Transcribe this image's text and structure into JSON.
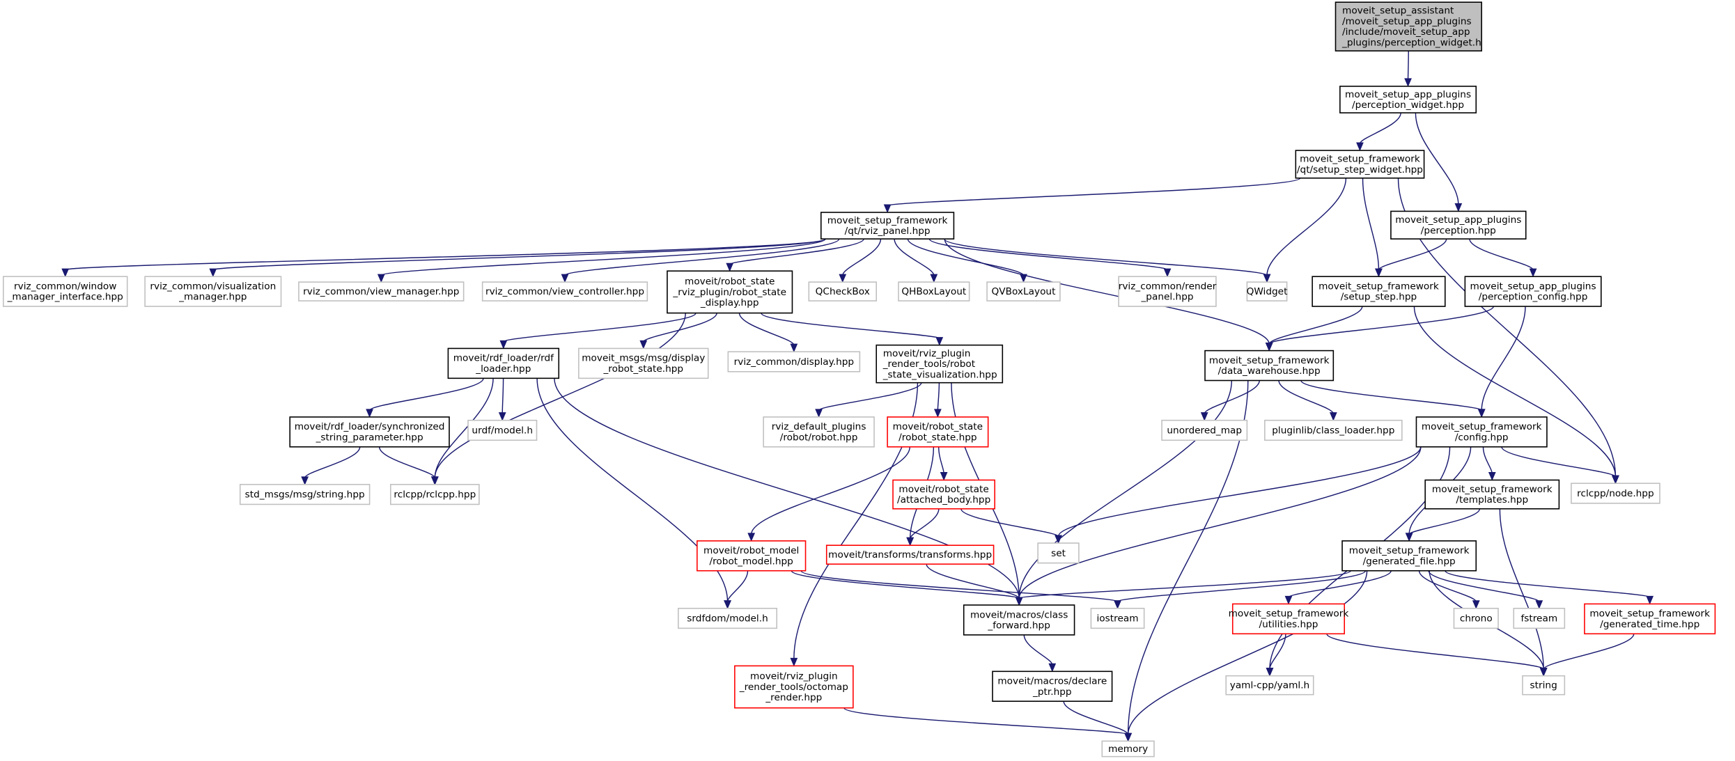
{
  "title": "moveit_setup_assistant/moveit_setup_app_plugins/include/moveit_setup_app_plugins/perception_widget.h include dependency graph",
  "colors": {
    "edge": "#191970",
    "root_fill": "#bfbfbf",
    "documented_border": "#000000",
    "external_border": "#c0c0c0",
    "incomplete_border": "#ff0000"
  },
  "nodes": [
    {
      "id": "root",
      "kind": "root",
      "lines": [
        "moveit_setup_assistant",
        "/moveit_setup_app_plugins",
        "/include/moveit_setup_app",
        "_plugins/perception_widget.h"
      ],
      "align": "left"
    },
    {
      "id": "perception_widget",
      "kind": "doc",
      "lines": [
        "moveit_setup_app_plugins",
        "/perception_widget.hpp"
      ]
    },
    {
      "id": "setup_step_widget",
      "kind": "doc",
      "lines": [
        "moveit_setup_framework",
        "/qt/setup_step_widget.hpp"
      ]
    },
    {
      "id": "rviz_panel",
      "kind": "doc",
      "lines": [
        "moveit_setup_framework",
        "/qt/rviz_panel.hpp"
      ]
    },
    {
      "id": "perception",
      "kind": "doc",
      "lines": [
        "moveit_setup_app_plugins",
        "/perception.hpp"
      ]
    },
    {
      "id": "window_manager",
      "kind": "ext",
      "lines": [
        "rviz_common/window",
        "_manager_interface.hpp"
      ]
    },
    {
      "id": "visualization_manager",
      "kind": "ext",
      "lines": [
        "rviz_common/visualization",
        "_manager.hpp"
      ]
    },
    {
      "id": "view_manager",
      "kind": "ext",
      "lines": [
        "rviz_common/view_manager.hpp"
      ]
    },
    {
      "id": "view_controller",
      "kind": "ext",
      "lines": [
        "rviz_common/view_controller.hpp"
      ]
    },
    {
      "id": "robot_state_display",
      "kind": "doc",
      "lines": [
        "moveit/robot_state",
        "_rviz_plugin/robot_state",
        "_display.hpp"
      ]
    },
    {
      "id": "qcheckbox",
      "kind": "ext",
      "lines": [
        "QCheckBox"
      ]
    },
    {
      "id": "qhboxlayout",
      "kind": "ext",
      "lines": [
        "QHBoxLayout"
      ]
    },
    {
      "id": "qvboxlayout",
      "kind": "ext",
      "lines": [
        "QVBoxLayout"
      ]
    },
    {
      "id": "render_panel",
      "kind": "ext",
      "lines": [
        "rviz_common/render",
        "_panel.hpp"
      ]
    },
    {
      "id": "qwidget",
      "kind": "ext",
      "lines": [
        "QWidget"
      ]
    },
    {
      "id": "setup_step",
      "kind": "doc",
      "lines": [
        "moveit_setup_framework",
        "/setup_step.hpp"
      ]
    },
    {
      "id": "perception_config",
      "kind": "doc",
      "lines": [
        "moveit_setup_app_plugins",
        "/perception_config.hpp"
      ]
    },
    {
      "id": "rdf_loader",
      "kind": "doc",
      "lines": [
        "moveit/rdf_loader/rdf",
        "_loader.hpp"
      ]
    },
    {
      "id": "display_robot_state",
      "kind": "ext",
      "lines": [
        "moveit_msgs/msg/display",
        "_robot_state.hpp"
      ]
    },
    {
      "id": "display",
      "kind": "ext",
      "lines": [
        "rviz_common/display.hpp"
      ]
    },
    {
      "id": "robot_state_visualization",
      "kind": "doc",
      "lines": [
        "moveit/rviz_plugin",
        "_render_tools/robot",
        "_state_visualization.hpp"
      ],
      "align": "left"
    },
    {
      "id": "data_warehouse",
      "kind": "doc",
      "lines": [
        "moveit_setup_framework",
        "/data_warehouse.hpp"
      ]
    },
    {
      "id": "sync_string",
      "kind": "doc",
      "lines": [
        "moveit/rdf_loader/synchronized",
        "_string_parameter.hpp"
      ]
    },
    {
      "id": "urdf_model",
      "kind": "ext",
      "lines": [
        "urdf/model.h"
      ]
    },
    {
      "id": "rviz_default_robot",
      "kind": "ext",
      "lines": [
        "rviz_default_plugins",
        "/robot/robot.hpp"
      ]
    },
    {
      "id": "robot_state",
      "kind": "red",
      "lines": [
        "moveit/robot_state",
        "/robot_state.hpp"
      ]
    },
    {
      "id": "unordered_map",
      "kind": "ext",
      "lines": [
        "unordered_map"
      ]
    },
    {
      "id": "class_loader",
      "kind": "ext",
      "lines": [
        "pluginlib/class_loader.hpp"
      ]
    },
    {
      "id": "config",
      "kind": "doc",
      "lines": [
        "moveit_setup_framework",
        "/config.hpp"
      ]
    },
    {
      "id": "std_msgs_string",
      "kind": "ext",
      "lines": [
        "std_msgs/msg/string.hpp"
      ]
    },
    {
      "id": "rclcpp",
      "kind": "ext",
      "lines": [
        "rclcpp/rclcpp.hpp"
      ]
    },
    {
      "id": "attached_body",
      "kind": "red",
      "lines": [
        "moveit/robot_state",
        "/attached_body.hpp"
      ]
    },
    {
      "id": "rclcpp_node",
      "kind": "ext",
      "lines": [
        "rclcpp/node.hpp"
      ]
    },
    {
      "id": "templates",
      "kind": "doc",
      "lines": [
        "moveit_setup_framework",
        "/templates.hpp"
      ]
    },
    {
      "id": "set",
      "kind": "ext",
      "lines": [
        "set"
      ]
    },
    {
      "id": "robot_model",
      "kind": "red",
      "lines": [
        "moveit/robot_model",
        "/robot_model.hpp"
      ]
    },
    {
      "id": "transforms",
      "kind": "red",
      "lines": [
        "moveit/transforms/transforms.hpp"
      ]
    },
    {
      "id": "generated_file",
      "kind": "doc",
      "lines": [
        "moveit_setup_framework",
        "/generated_file.hpp"
      ]
    },
    {
      "id": "srdf_model",
      "kind": "ext",
      "lines": [
        "srdfdom/model.h"
      ]
    },
    {
      "id": "class_forward",
      "kind": "doc",
      "lines": [
        "moveit/macros/class",
        "_forward.hpp"
      ]
    },
    {
      "id": "iostream",
      "kind": "ext",
      "lines": [
        "iostream"
      ]
    },
    {
      "id": "utilities",
      "kind": "red",
      "lines": [
        "moveit_setup_framework",
        "/utilities.hpp"
      ]
    },
    {
      "id": "chrono",
      "kind": "ext",
      "lines": [
        "chrono"
      ]
    },
    {
      "id": "fstream",
      "kind": "ext",
      "lines": [
        "fstream"
      ]
    },
    {
      "id": "generated_time",
      "kind": "red",
      "lines": [
        "moveit_setup_framework",
        "/generated_time.hpp"
      ]
    },
    {
      "id": "octomap_render",
      "kind": "red",
      "lines": [
        "moveit/rviz_plugin",
        "_render_tools/octomap",
        "_render.hpp"
      ]
    },
    {
      "id": "declare_ptr",
      "kind": "doc",
      "lines": [
        "moveit/macros/declare",
        "_ptr.hpp"
      ]
    },
    {
      "id": "yaml",
      "kind": "ext",
      "lines": [
        "yaml-cpp/yaml.h"
      ]
    },
    {
      "id": "string",
      "kind": "ext",
      "lines": [
        "string"
      ]
    },
    {
      "id": "memory",
      "kind": "ext",
      "lines": [
        "memory"
      ]
    }
  ],
  "edges": [
    [
      "root",
      "perception_widget"
    ],
    [
      "perception_widget",
      "setup_step_widget"
    ],
    [
      "perception_widget",
      "perception"
    ],
    [
      "setup_step_widget",
      "rviz_panel"
    ],
    [
      "setup_step_widget",
      "qwidget"
    ],
    [
      "setup_step_widget",
      "setup_step"
    ],
    [
      "setup_step_widget",
      "rclcpp_node"
    ],
    [
      "rviz_panel",
      "window_manager"
    ],
    [
      "rviz_panel",
      "visualization_manager"
    ],
    [
      "rviz_panel",
      "view_manager"
    ],
    [
      "rviz_panel",
      "view_controller"
    ],
    [
      "rviz_panel",
      "robot_state_display"
    ],
    [
      "rviz_panel",
      "qcheckbox"
    ],
    [
      "rviz_panel",
      "qhboxlayout"
    ],
    [
      "rviz_panel",
      "qvboxlayout"
    ],
    [
      "rviz_panel",
      "render_panel"
    ],
    [
      "rviz_panel",
      "qwidget"
    ],
    [
      "rviz_panel",
      "data_warehouse"
    ],
    [
      "perception",
      "setup_step"
    ],
    [
      "perception",
      "perception_config"
    ],
    [
      "robot_state_display",
      "rdf_loader"
    ],
    [
      "robot_state_display",
      "display_robot_state"
    ],
    [
      "robot_state_display",
      "display"
    ],
    [
      "robot_state_display",
      "robot_state_visualization"
    ],
    [
      "robot_state_display",
      "rclcpp"
    ],
    [
      "setup_step",
      "data_warehouse"
    ],
    [
      "setup_step",
      "rclcpp_node"
    ],
    [
      "perception_config",
      "data_warehouse"
    ],
    [
      "perception_config",
      "config"
    ],
    [
      "rdf_loader",
      "sync_string"
    ],
    [
      "rdf_loader",
      "urdf_model"
    ],
    [
      "rdf_loader",
      "rclcpp"
    ],
    [
      "rdf_loader",
      "srdf_model"
    ],
    [
      "rdf_loader",
      "class_forward"
    ],
    [
      "robot_state_visualization",
      "rviz_default_robot"
    ],
    [
      "robot_state_visualization",
      "robot_state"
    ],
    [
      "robot_state_visualization",
      "class_forward"
    ],
    [
      "robot_state_visualization",
      "octomap_render"
    ],
    [
      "data_warehouse",
      "unordered_map"
    ],
    [
      "data_warehouse",
      "class_loader"
    ],
    [
      "data_warehouse",
      "config"
    ],
    [
      "data_warehouse",
      "class_forward"
    ],
    [
      "data_warehouse",
      "memory"
    ],
    [
      "sync_string",
      "std_msgs_string"
    ],
    [
      "sync_string",
      "rclcpp"
    ],
    [
      "robot_state",
      "attached_body"
    ],
    [
      "robot_state",
      "robot_model"
    ],
    [
      "robot_state",
      "transforms"
    ],
    [
      "attached_body",
      "transforms"
    ],
    [
      "attached_body",
      "set"
    ],
    [
      "config",
      "templates"
    ],
    [
      "config",
      "rclcpp_node"
    ],
    [
      "config",
      "generated_file"
    ],
    [
      "config",
      "set"
    ],
    [
      "config",
      "class_forward"
    ],
    [
      "config",
      "yaml"
    ],
    [
      "templates",
      "generated_file"
    ],
    [
      "templates",
      "string"
    ],
    [
      "robot_model",
      "srdf_model"
    ],
    [
      "robot_model",
      "class_forward"
    ],
    [
      "robot_model",
      "iostream"
    ],
    [
      "transforms",
      "class_forward"
    ],
    [
      "generated_file",
      "class_forward"
    ],
    [
      "generated_file",
      "iostream"
    ],
    [
      "generated_file",
      "utilities"
    ],
    [
      "generated_file",
      "chrono"
    ],
    [
      "generated_file",
      "fstream"
    ],
    [
      "generated_file",
      "generated_time"
    ],
    [
      "generated_file",
      "string"
    ],
    [
      "generated_file",
      "memory"
    ],
    [
      "utilities",
      "yaml"
    ],
    [
      "utilities",
      "string"
    ],
    [
      "generated_time",
      "string"
    ],
    [
      "class_forward",
      "declare_ptr"
    ],
    [
      "declare_ptr",
      "memory"
    ],
    [
      "octomap_render",
      "memory"
    ]
  ]
}
